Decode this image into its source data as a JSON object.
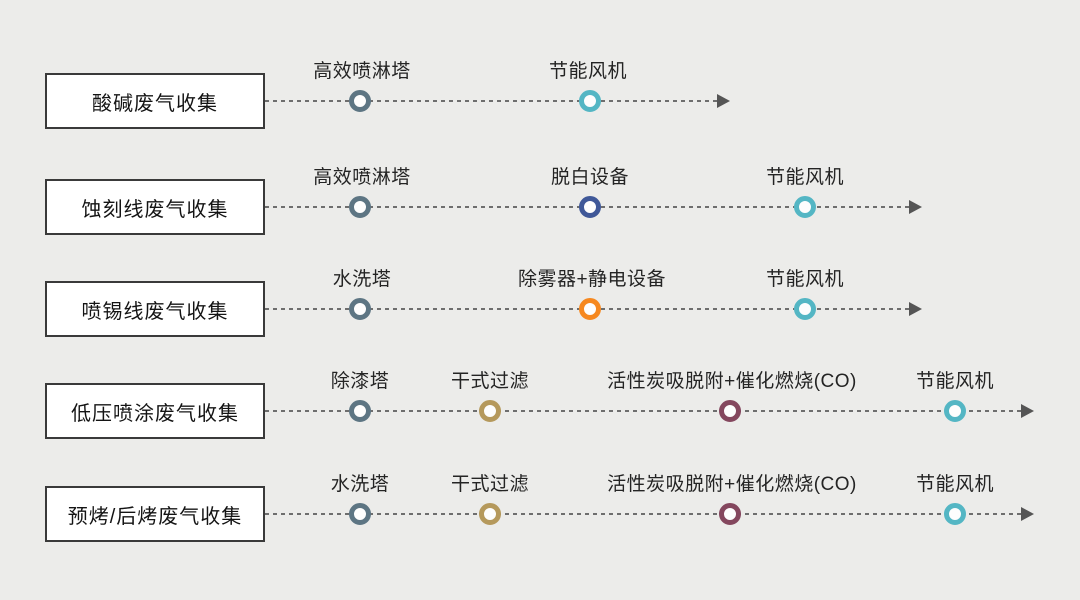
{
  "colors": {
    "background": "#ececea",
    "line": "#6e6e6e",
    "arrow": "#555555",
    "box_border": "#3a3a3a",
    "box_background": "#ffffff",
    "spray_tower_slate": "#5d7583",
    "fan_teal": "#54b6c4",
    "dewhite_blue": "#3f5898",
    "electrostatic_orange": "#f6881f",
    "dry_filter_tan": "#b5995c",
    "carbon_maroon": "#84475e"
  },
  "rows": [
    {
      "label": "酸碱废气收集",
      "nodes": [
        {
          "label": "高效喷淋塔",
          "color": "#5d7583"
        },
        {
          "label": "节能风机",
          "color": "#54b6c4"
        }
      ]
    },
    {
      "label": "蚀刻线废气收集",
      "nodes": [
        {
          "label": "高效喷淋塔",
          "color": "#5d7583"
        },
        {
          "label": "脱白设备",
          "color": "#3f5898"
        },
        {
          "label": "节能风机",
          "color": "#54b6c4"
        }
      ]
    },
    {
      "label": "喷锡线废气收集",
      "nodes": [
        {
          "label": "水洗塔",
          "color": "#5d7583"
        },
        {
          "label": "除雾器+静电设备",
          "color": "#f6881f"
        },
        {
          "label": "节能风机",
          "color": "#54b6c4"
        }
      ]
    },
    {
      "label": "低压喷涂废气收集",
      "nodes": [
        {
          "label": "除漆塔",
          "color": "#5d7583"
        },
        {
          "label": "干式过滤",
          "color": "#b5995c"
        },
        {
          "label": "活性炭吸脱附+催化燃烧(CO)",
          "color": "#84475e"
        },
        {
          "label": "节能风机",
          "color": "#54b6c4"
        }
      ]
    },
    {
      "label": "预烤/后烤废气收集",
      "nodes": [
        {
          "label": "水洗塔",
          "color": "#5d7583"
        },
        {
          "label": "干式过滤",
          "color": "#b5995c"
        },
        {
          "label": "活性炭吸脱附+催化燃烧(CO)",
          "color": "#84475e"
        },
        {
          "label": "节能风机",
          "color": "#54b6c4"
        }
      ]
    }
  ]
}
